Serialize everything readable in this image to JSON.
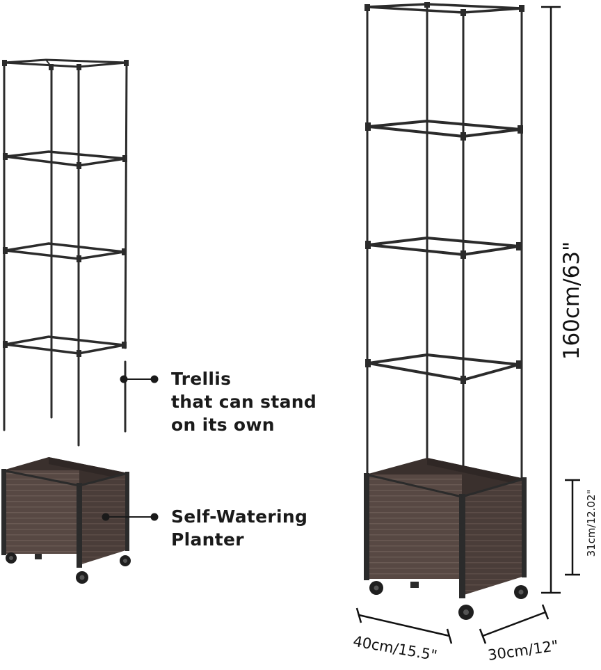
{
  "callouts": {
    "trellis": [
      "Trellis",
      "that can stand",
      "on its own"
    ],
    "planter": [
      "Self-Watering",
      "Planter"
    ]
  },
  "dimensions": {
    "total_height": "160cm/63\"",
    "planter_height": "31cm/12.02\"",
    "width": "40cm/15.5\"",
    "depth": "30cm/12\""
  },
  "colors": {
    "frame": "#2b2b2b",
    "planter_front": "#574843",
    "planter_dark": "#3f3431",
    "text": "#1a1a1a"
  }
}
